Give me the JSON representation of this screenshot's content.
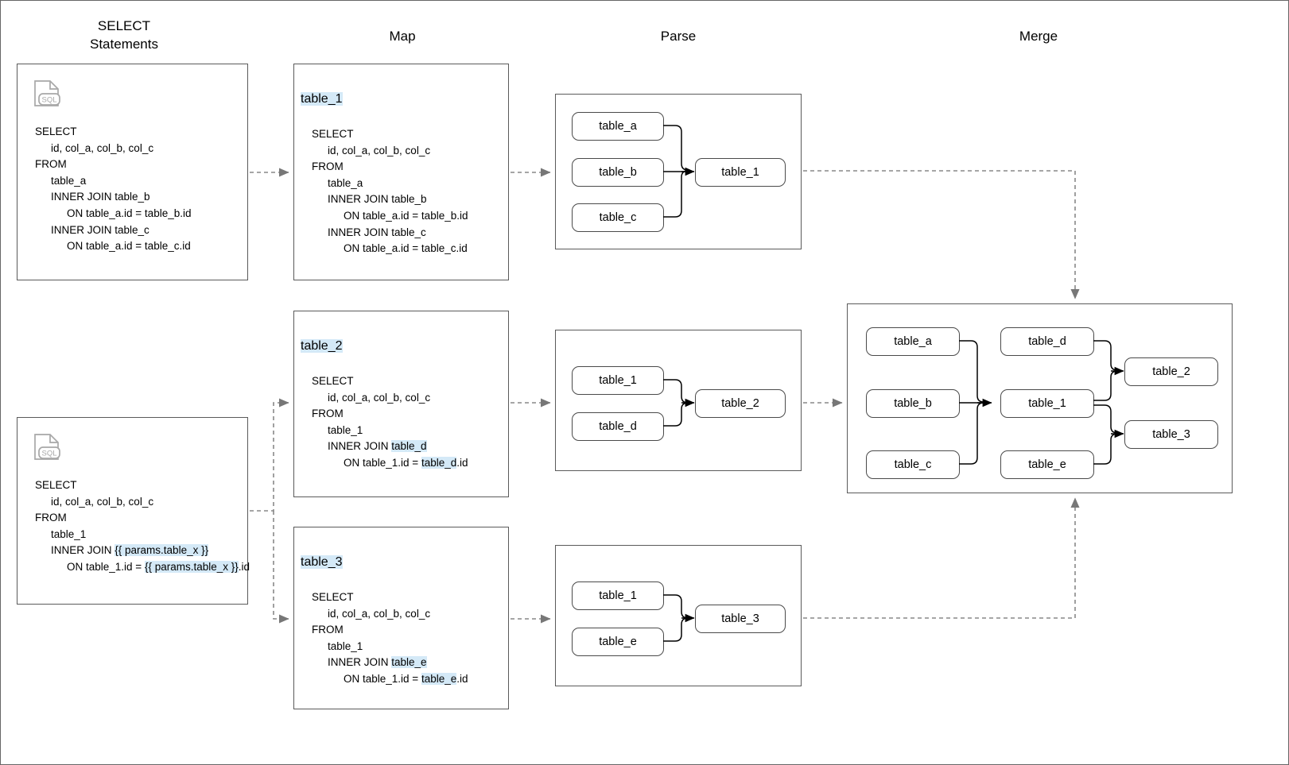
{
  "diagram": {
    "title": "SQL SELECT statement map / parse / merge pipeline",
    "colors": {
      "highlight": "#d4e9f7",
      "box_border": "#5a5a5a",
      "node_border": "#4a4a4a",
      "solid_connector": "#000000",
      "dashed_connector": "#888888",
      "background": "#ffffff"
    }
  },
  "headers": {
    "select": "SELECT\nStatements",
    "map": "Map",
    "parse": "Parse",
    "merge": "Merge"
  },
  "select_statements": [
    {
      "icon": "sql-file-icon",
      "lines": [
        {
          "text": "SELECT",
          "indent": 0
        },
        {
          "text": "id, col_a, col_b, col_c",
          "indent": 1
        },
        {
          "text": "FROM",
          "indent": 0
        },
        {
          "text": "table_a",
          "indent": 1
        },
        {
          "text": "INNER JOIN table_b",
          "indent": 1
        },
        {
          "text": "ON table_a.id = table_b.id",
          "indent": 2
        },
        {
          "text": "INNER JOIN table_c",
          "indent": 1
        },
        {
          "text": "ON table_a.id = table_c.id",
          "indent": 2
        }
      ]
    },
    {
      "icon": "sql-file-icon",
      "lines": [
        {
          "text": "SELECT",
          "indent": 0
        },
        {
          "text": "id, col_a, col_b, col_c",
          "indent": 1
        },
        {
          "text": "FROM",
          "indent": 0
        },
        {
          "text": "table_1",
          "indent": 1
        },
        {
          "text": "INNER JOIN ",
          "indent": 1,
          "hl": "{{ params.table_x }}"
        },
        {
          "text": "ON table_1.id = ",
          "indent": 2,
          "hl": "{{ params.table_x }}",
          "tail": ".id"
        }
      ]
    }
  ],
  "map_boxes": [
    {
      "title": "table_1",
      "lines": [
        {
          "text": "SELECT",
          "indent": 0
        },
        {
          "text": "id, col_a, col_b, col_c",
          "indent": 1
        },
        {
          "text": "FROM",
          "indent": 0
        },
        {
          "text": "table_a",
          "indent": 1
        },
        {
          "text": "INNER JOIN table_b",
          "indent": 1
        },
        {
          "text": "ON table_a.id = table_b.id",
          "indent": 2
        },
        {
          "text": "INNER JOIN table_c",
          "indent": 1
        },
        {
          "text": "ON table_a.id = table_c.id",
          "indent": 2
        }
      ]
    },
    {
      "title": "table_2",
      "lines": [
        {
          "text": "SELECT",
          "indent": 0
        },
        {
          "text": "id, col_a, col_b, col_c",
          "indent": 1
        },
        {
          "text": "FROM",
          "indent": 0
        },
        {
          "text": "table_1",
          "indent": 1
        },
        {
          "text": "INNER JOIN ",
          "indent": 1,
          "hl": "table_d"
        },
        {
          "text": "ON table_1.id = ",
          "indent": 2,
          "hl": "table_d",
          "tail": ".id"
        }
      ]
    },
    {
      "title": "table_3",
      "lines": [
        {
          "text": "SELECT",
          "indent": 0
        },
        {
          "text": "id, col_a, col_b, col_c",
          "indent": 1
        },
        {
          "text": "FROM",
          "indent": 0
        },
        {
          "text": "table_1",
          "indent": 1
        },
        {
          "text": "INNER JOIN ",
          "indent": 1,
          "hl": "table_e"
        },
        {
          "text": "ON table_1.id = ",
          "indent": 2,
          "hl": "table_e",
          "tail": ".id"
        }
      ]
    }
  ],
  "parse_boxes": [
    {
      "sources": [
        "table_a",
        "table_b",
        "table_c"
      ],
      "target": "table_1"
    },
    {
      "sources": [
        "table_1",
        "table_d"
      ],
      "target": "table_2"
    },
    {
      "sources": [
        "table_1",
        "table_e"
      ],
      "target": "table_3"
    }
  ],
  "merge_box": {
    "column_1": [
      "table_a",
      "table_b",
      "table_c"
    ],
    "column_2": [
      "table_d",
      "table_1",
      "table_e"
    ],
    "column_3": [
      "table_2",
      "table_3"
    ]
  },
  "nodes": {
    "table_a": "table_a",
    "table_b": "table_b",
    "table_c": "table_c",
    "table_d": "table_d",
    "table_e": "table_e",
    "table_1": "table_1",
    "table_2": "table_2",
    "table_3": "table_3"
  },
  "icon_label": "SQL"
}
